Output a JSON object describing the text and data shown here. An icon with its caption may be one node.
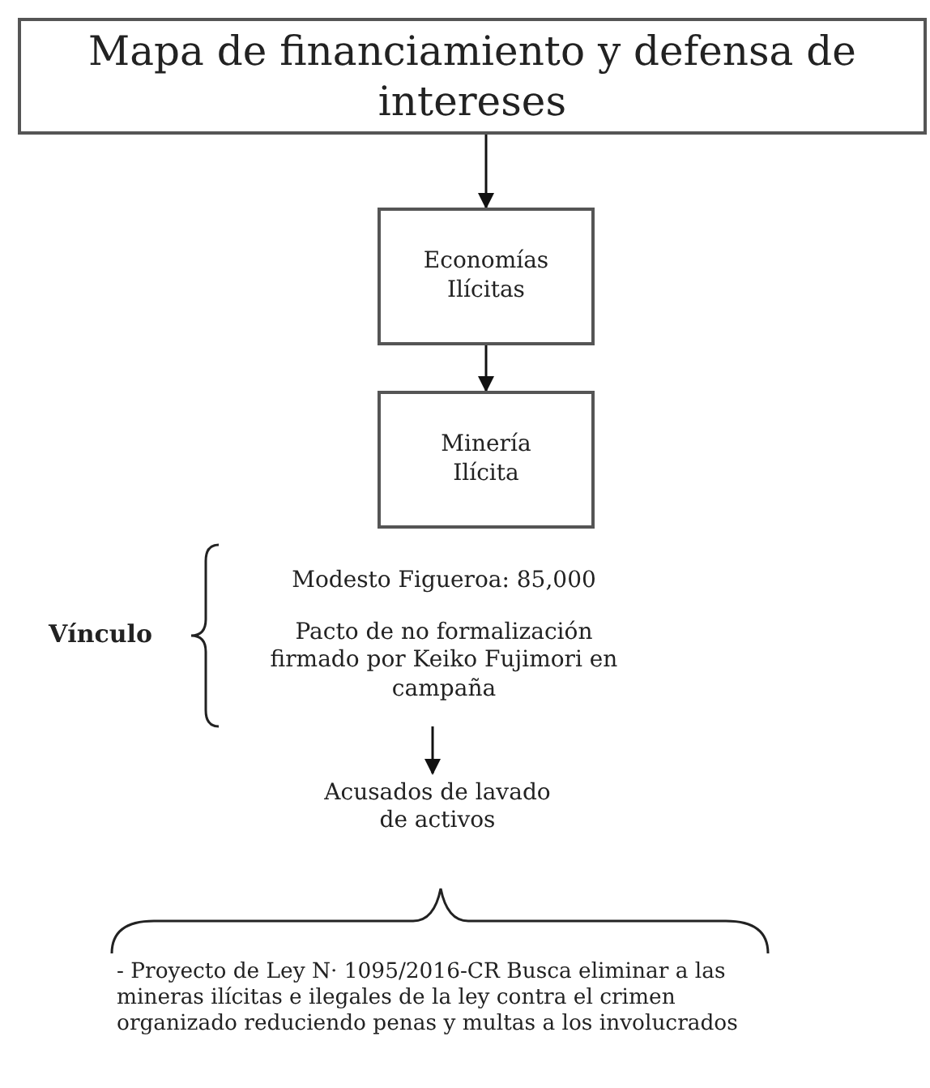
{
  "diagram": {
    "nodes": [
      {
        "text": [
          "Mapa de financiamiento y defensa de intereses"
        ]
      },
      {
        "text": [
          "Economías Ilícitas"
        ]
      },
      {
        "text": [
          "Minería Ilícita"
        ]
      },
      {
        "text": [
          "Modesto Figueroa: 85,000",
          "Pacto de no formalización firmado por Keiko Fujimori en campaña"
        ]
      },
      {
        "text": [
          "Acusados de lavado de activos"
        ]
      }
    ],
    "edges": [
      {
        "from": 0,
        "to": 1,
        "arrow": "to"
      },
      {
        "from": 1,
        "to": 2,
        "arrow": "to"
      },
      {
        "from": 3,
        "to": 4,
        "arrow": "to"
      }
    ],
    "labels": [
      "Vínculo",
      "- Proyecto de Ley N· 1095/2016-CR Busca eliminar a las mineras ilícitas e ilegales de la ley contra el crimen organizado reduciendo penas y multas a los involucrados"
    ]
  }
}
